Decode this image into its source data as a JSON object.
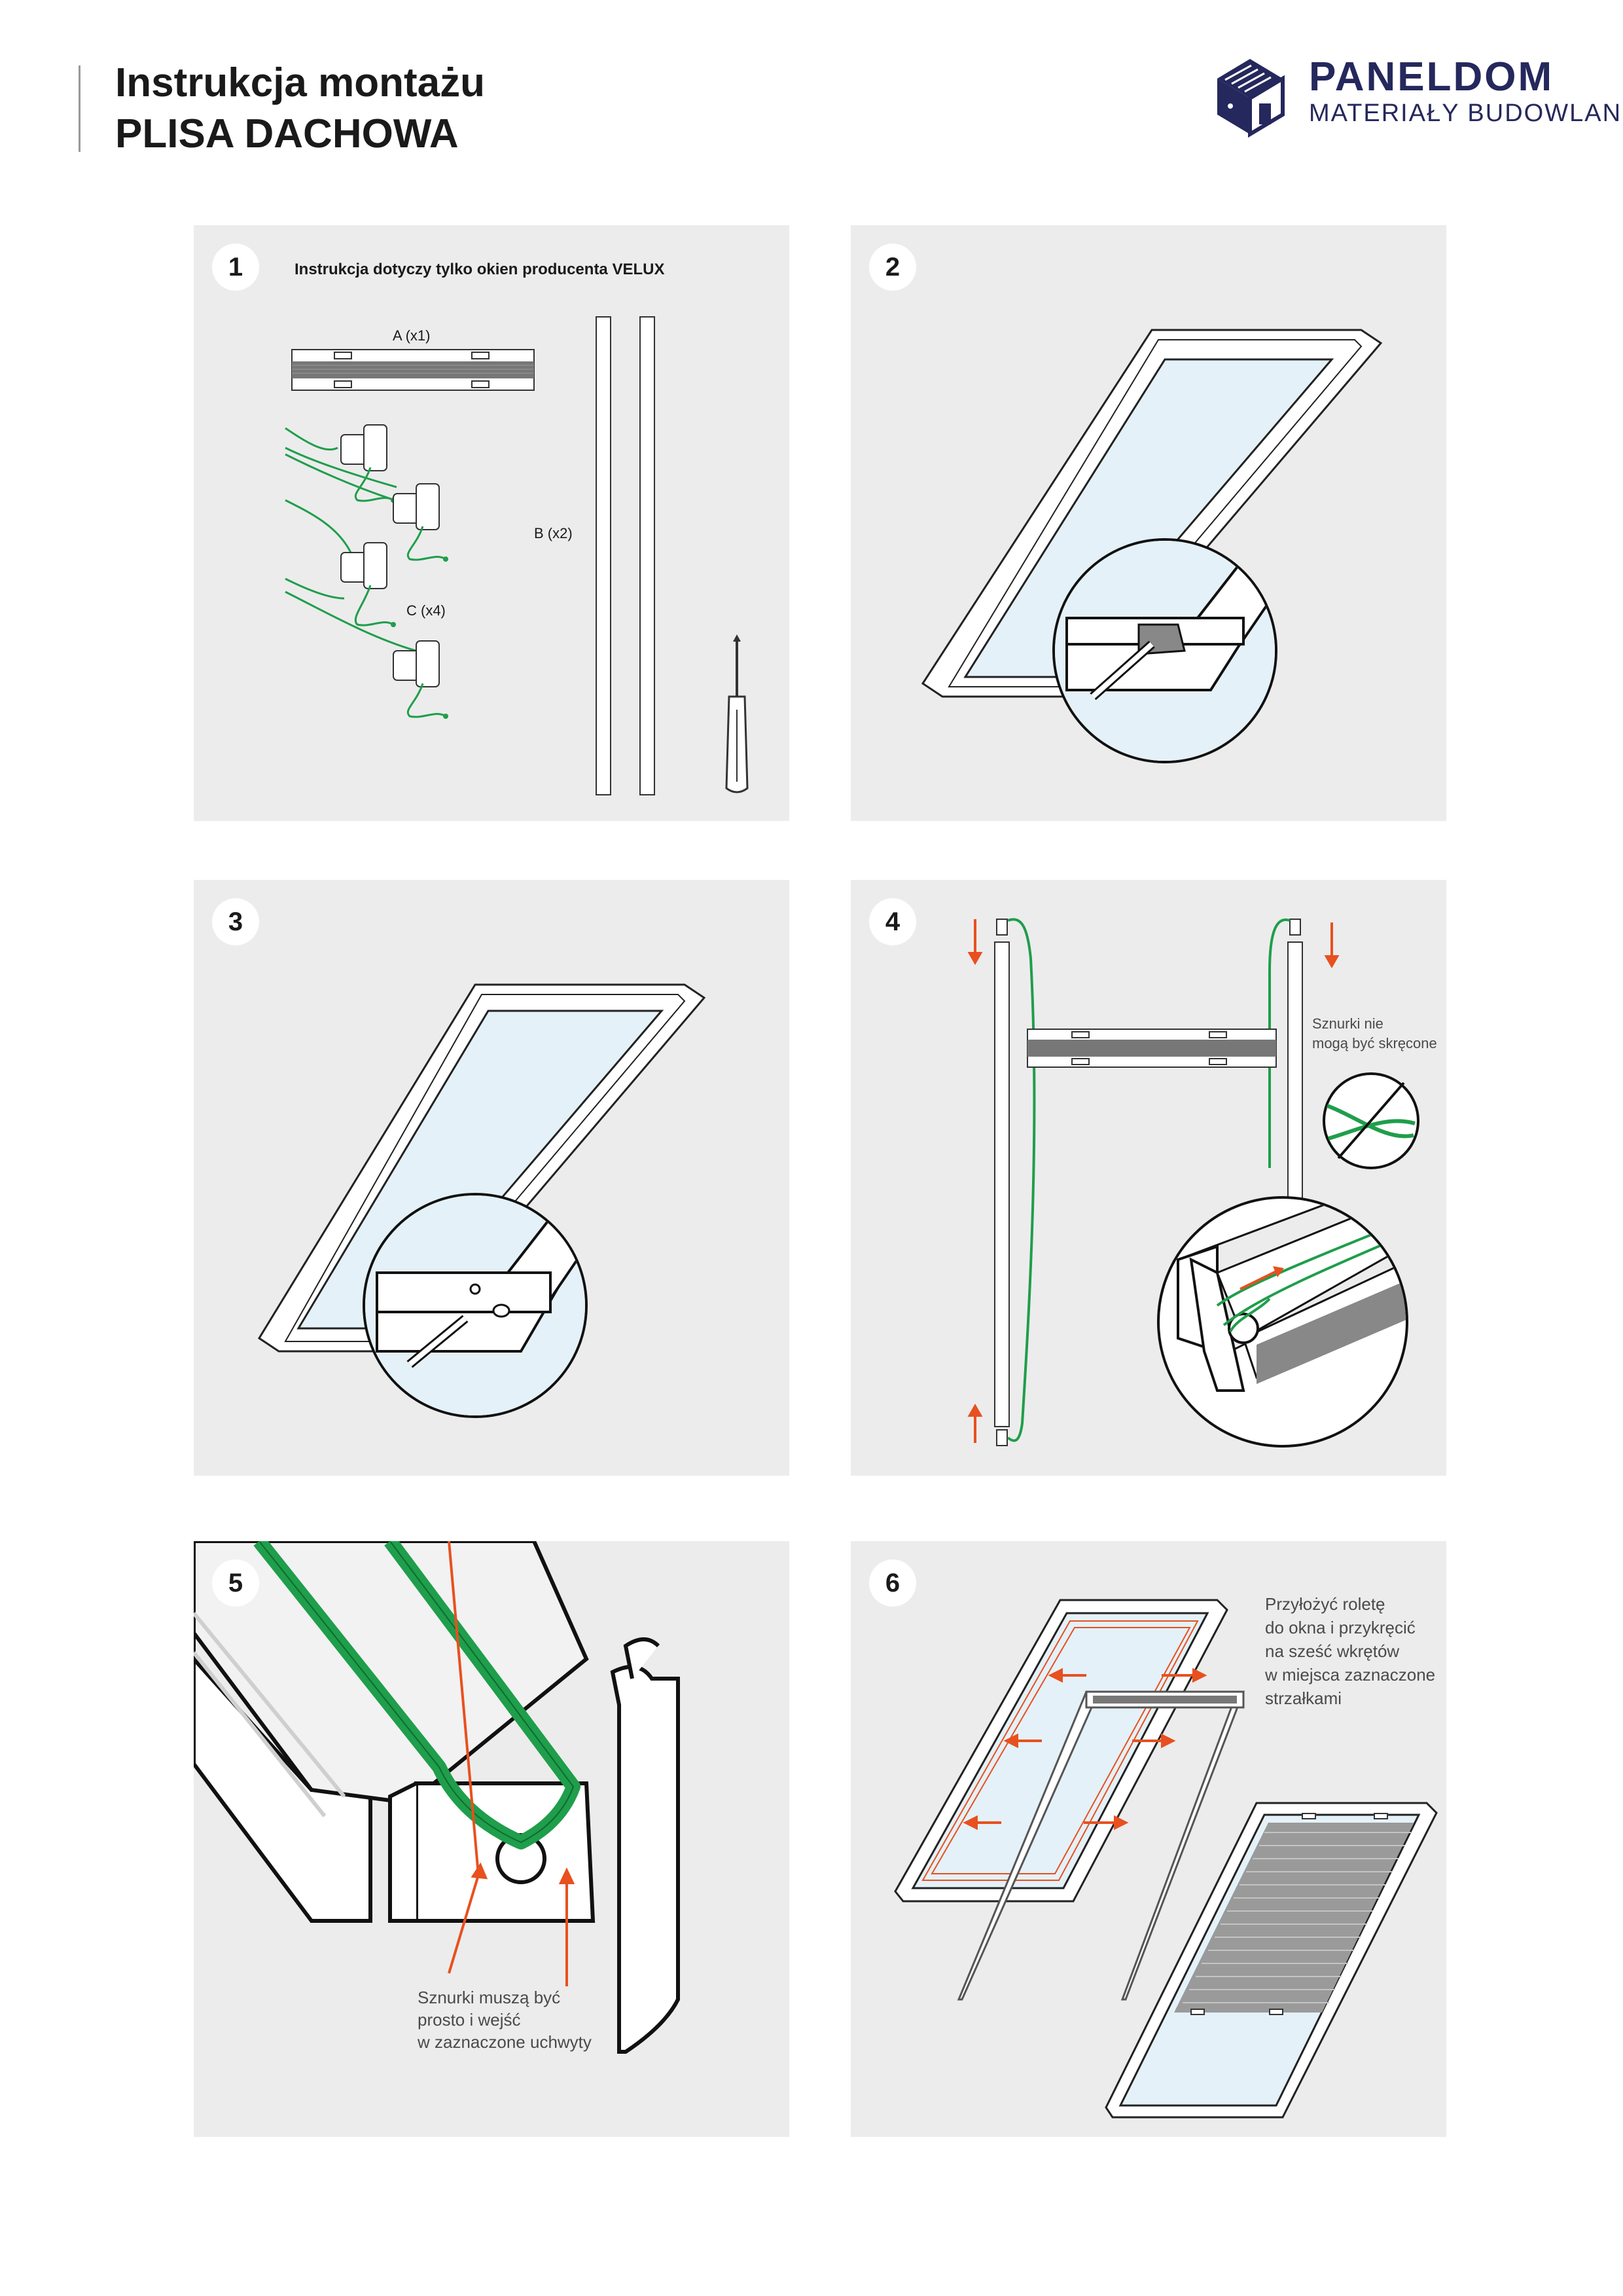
{
  "header": {
    "title_line1": "Instrukcja montażu",
    "title_line2": "PLISA DACHOWA"
  },
  "logo": {
    "name": "PANELDOM",
    "subtitle": "MATERIAŁY BUDOWLANE",
    "icon": "house-box-icon",
    "color": "#25285c"
  },
  "colors": {
    "panel_bg": "#ececec",
    "cord_green": "#1f9e4b",
    "arrow_orange": "#e8501f",
    "glass_blue": "#e4f1f8"
  },
  "steps": [
    {
      "number": "1",
      "note": "Instrukcja dotyczy tylko okien producenta VELUX",
      "labels": [
        "A (x1)",
        "B (x2)",
        "C (x4)"
      ]
    },
    {
      "number": "2"
    },
    {
      "number": "3"
    },
    {
      "number": "4",
      "note_line1": "Sznurki nie",
      "note_line2": "mogą być skręcone"
    },
    {
      "number": "5",
      "note_line1": "Sznurki muszą być",
      "note_line2": "prosto i wejść",
      "note_line3": "w zaznaczone uchwyty"
    },
    {
      "number": "6",
      "note_line1": "Przyłożyć roletę",
      "note_line2": "do okna i przykręcić",
      "note_line3": "na sześć wkrętów",
      "note_line4": "w miejsca zaznaczone",
      "note_line5": "strzałkami"
    }
  ]
}
